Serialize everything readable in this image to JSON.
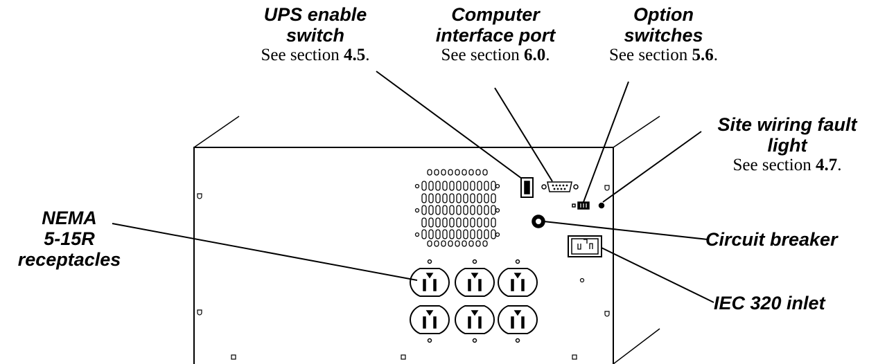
{
  "callouts": {
    "ups_switch": {
      "title_line1": "UPS enable",
      "title_line2": "switch",
      "ref_prefix": "See section ",
      "ref_number": "4.5",
      "ref_suffix": "."
    },
    "computer_port": {
      "title_line1": "Computer",
      "title_line2": "interface port",
      "ref_prefix": "See section ",
      "ref_number": "6.0",
      "ref_suffix": "."
    },
    "option_switches": {
      "title_line1": "Option",
      "title_line2": "switches",
      "ref_prefix": "See section ",
      "ref_number": "5.6",
      "ref_suffix": "."
    },
    "site_wiring": {
      "title_line1": "Site wiring fault",
      "title_line2": "light",
      "ref_prefix": "See section ",
      "ref_number": "4.7",
      "ref_suffix": "."
    },
    "nema": {
      "line1": "NEMA",
      "line2": "5-15R",
      "line3": "receptacles"
    },
    "circuit_breaker": {
      "label": "Circuit breaker"
    },
    "iec_inlet": {
      "label": "IEC 320 inlet"
    }
  },
  "colors": {
    "ink": "#000000",
    "background": "#ffffff"
  }
}
